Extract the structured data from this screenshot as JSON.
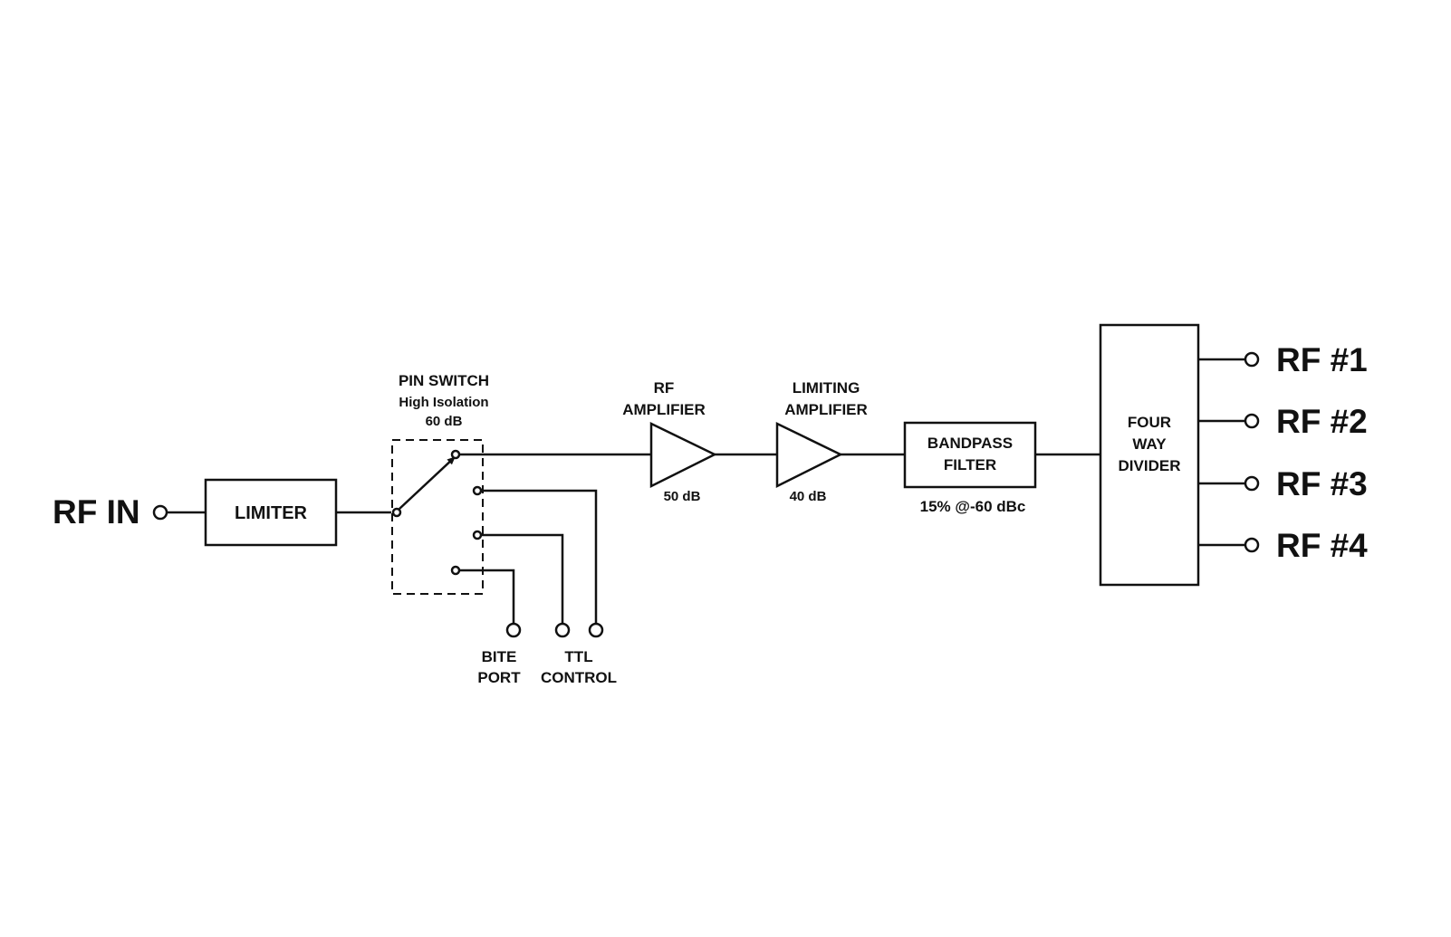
{
  "diagram": {
    "input": {
      "label": "RF IN"
    },
    "limiter": {
      "label": "LIMITER"
    },
    "pin_switch": {
      "title": "PIN SWITCH",
      "subtitle": "High Isolation",
      "isolation": "60 dB"
    },
    "rf_amplifier": {
      "title_line1": "RF",
      "title_line2": "AMPLIFIER",
      "gain": "50 dB"
    },
    "limiting_amplifier": {
      "title_line1": "LIMITING",
      "title_line2": "AMPLIFIER",
      "gain": "40 dB"
    },
    "bandpass_filter": {
      "line1": "BANDPASS",
      "line2": "FILTER",
      "spec": "15% @-60 dBc"
    },
    "divider": {
      "line1": "FOUR",
      "line2": "WAY",
      "line3": "DIVIDER"
    },
    "outputs": [
      "RF #1",
      "RF #2",
      "RF #3",
      "RF #4"
    ],
    "bite_port": {
      "line1": "BITE",
      "line2": "PORT"
    },
    "ttl_control": {
      "line1": "TTL",
      "line2": "CONTROL"
    }
  }
}
